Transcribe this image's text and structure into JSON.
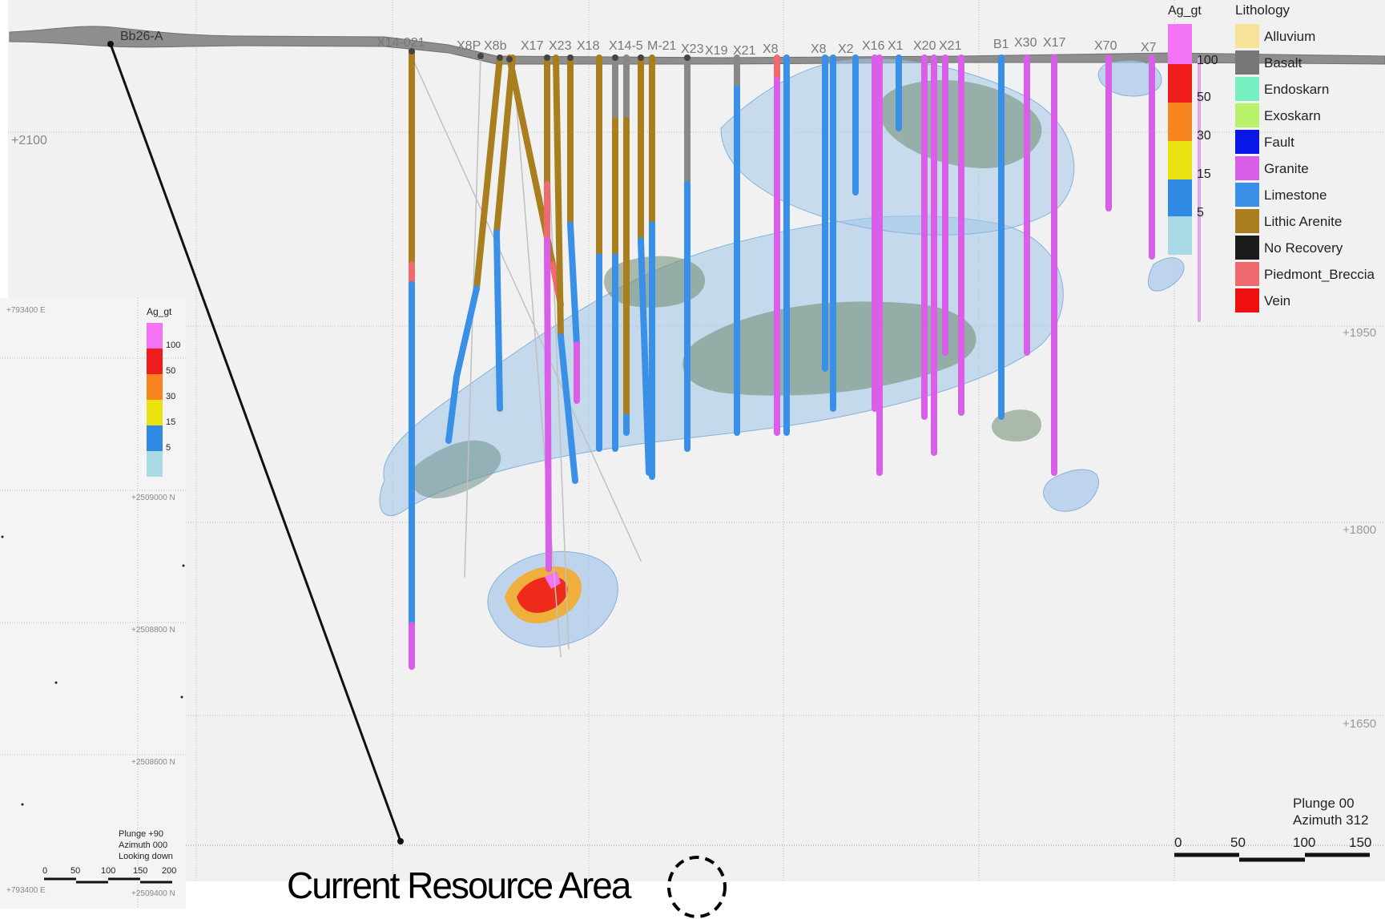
{
  "section": {
    "elevation_labels": [
      "+2100",
      "+1950",
      "+1800",
      "+1650"
    ],
    "drill_hole_labels": [
      "Bb26-A",
      "X14-021",
      "X8P",
      "X8b",
      "X17",
      "X23",
      "X18",
      "X14-5",
      "M-21",
      "X23",
      "X19",
      "X21",
      "X8",
      "X8",
      "X2",
      "X16",
      "X1",
      "X20",
      "X21",
      "B1",
      "X30",
      "X17",
      "X70",
      "X7"
    ],
    "view_note": {
      "plunge": "Plunge 00",
      "azimuth": "Azimuth 312"
    },
    "scale_bar": {
      "ticks": [
        "0",
        "50",
        "100",
        "150"
      ]
    }
  },
  "inset_plan": {
    "legend_title": "Ag_gt",
    "legend_values": [
      "100",
      "50",
      "30",
      "15",
      "5"
    ],
    "coord_labels": [
      "+793400 E",
      "+793400 E",
      "+2509000 N",
      "+2508800 N",
      "+2508600 N",
      "+2509400 N"
    ],
    "view_note": [
      "Plunge +90",
      "Azimuth 000",
      "Looking down"
    ],
    "scale_ticks": [
      "0",
      "50",
      "100",
      "150",
      "200"
    ]
  },
  "ag_legend": {
    "title": "Ag_gt",
    "items": [
      {
        "value": "100",
        "color": "#f472f5"
      },
      {
        "value": "50",
        "color": "#ee1c1c"
      },
      {
        "value": "30",
        "color": "#f7841e"
      },
      {
        "value": "15",
        "color": "#eae20e"
      },
      {
        "value": "5",
        "color": "#2f8ae4"
      },
      {
        "value": "",
        "color": "#a9dbe6"
      }
    ]
  },
  "lithology_legend": {
    "title": "Lithology",
    "items": [
      {
        "label": "Alluvium",
        "color": "#f8e29a"
      },
      {
        "label": "Basalt",
        "color": "#777777"
      },
      {
        "label": "Endoskarn",
        "color": "#76f0c0"
      },
      {
        "label": "Exoskarn",
        "color": "#b9f06c"
      },
      {
        "label": "Fault",
        "color": "#0a16e6"
      },
      {
        "label": "Granite",
        "color": "#d95ee8"
      },
      {
        "label": "Limestone",
        "color": "#3a90e6"
      },
      {
        "label": "Lithic Arenite",
        "color": "#a97e1e"
      },
      {
        "label": "No Recovery",
        "color": "#1c1c1c"
      },
      {
        "label": "Piedmont_Breccia",
        "color": "#ef6a6f"
      },
      {
        "label": "Vein",
        "color": "#ee1010"
      }
    ]
  },
  "caption": "Current Resource Area"
}
